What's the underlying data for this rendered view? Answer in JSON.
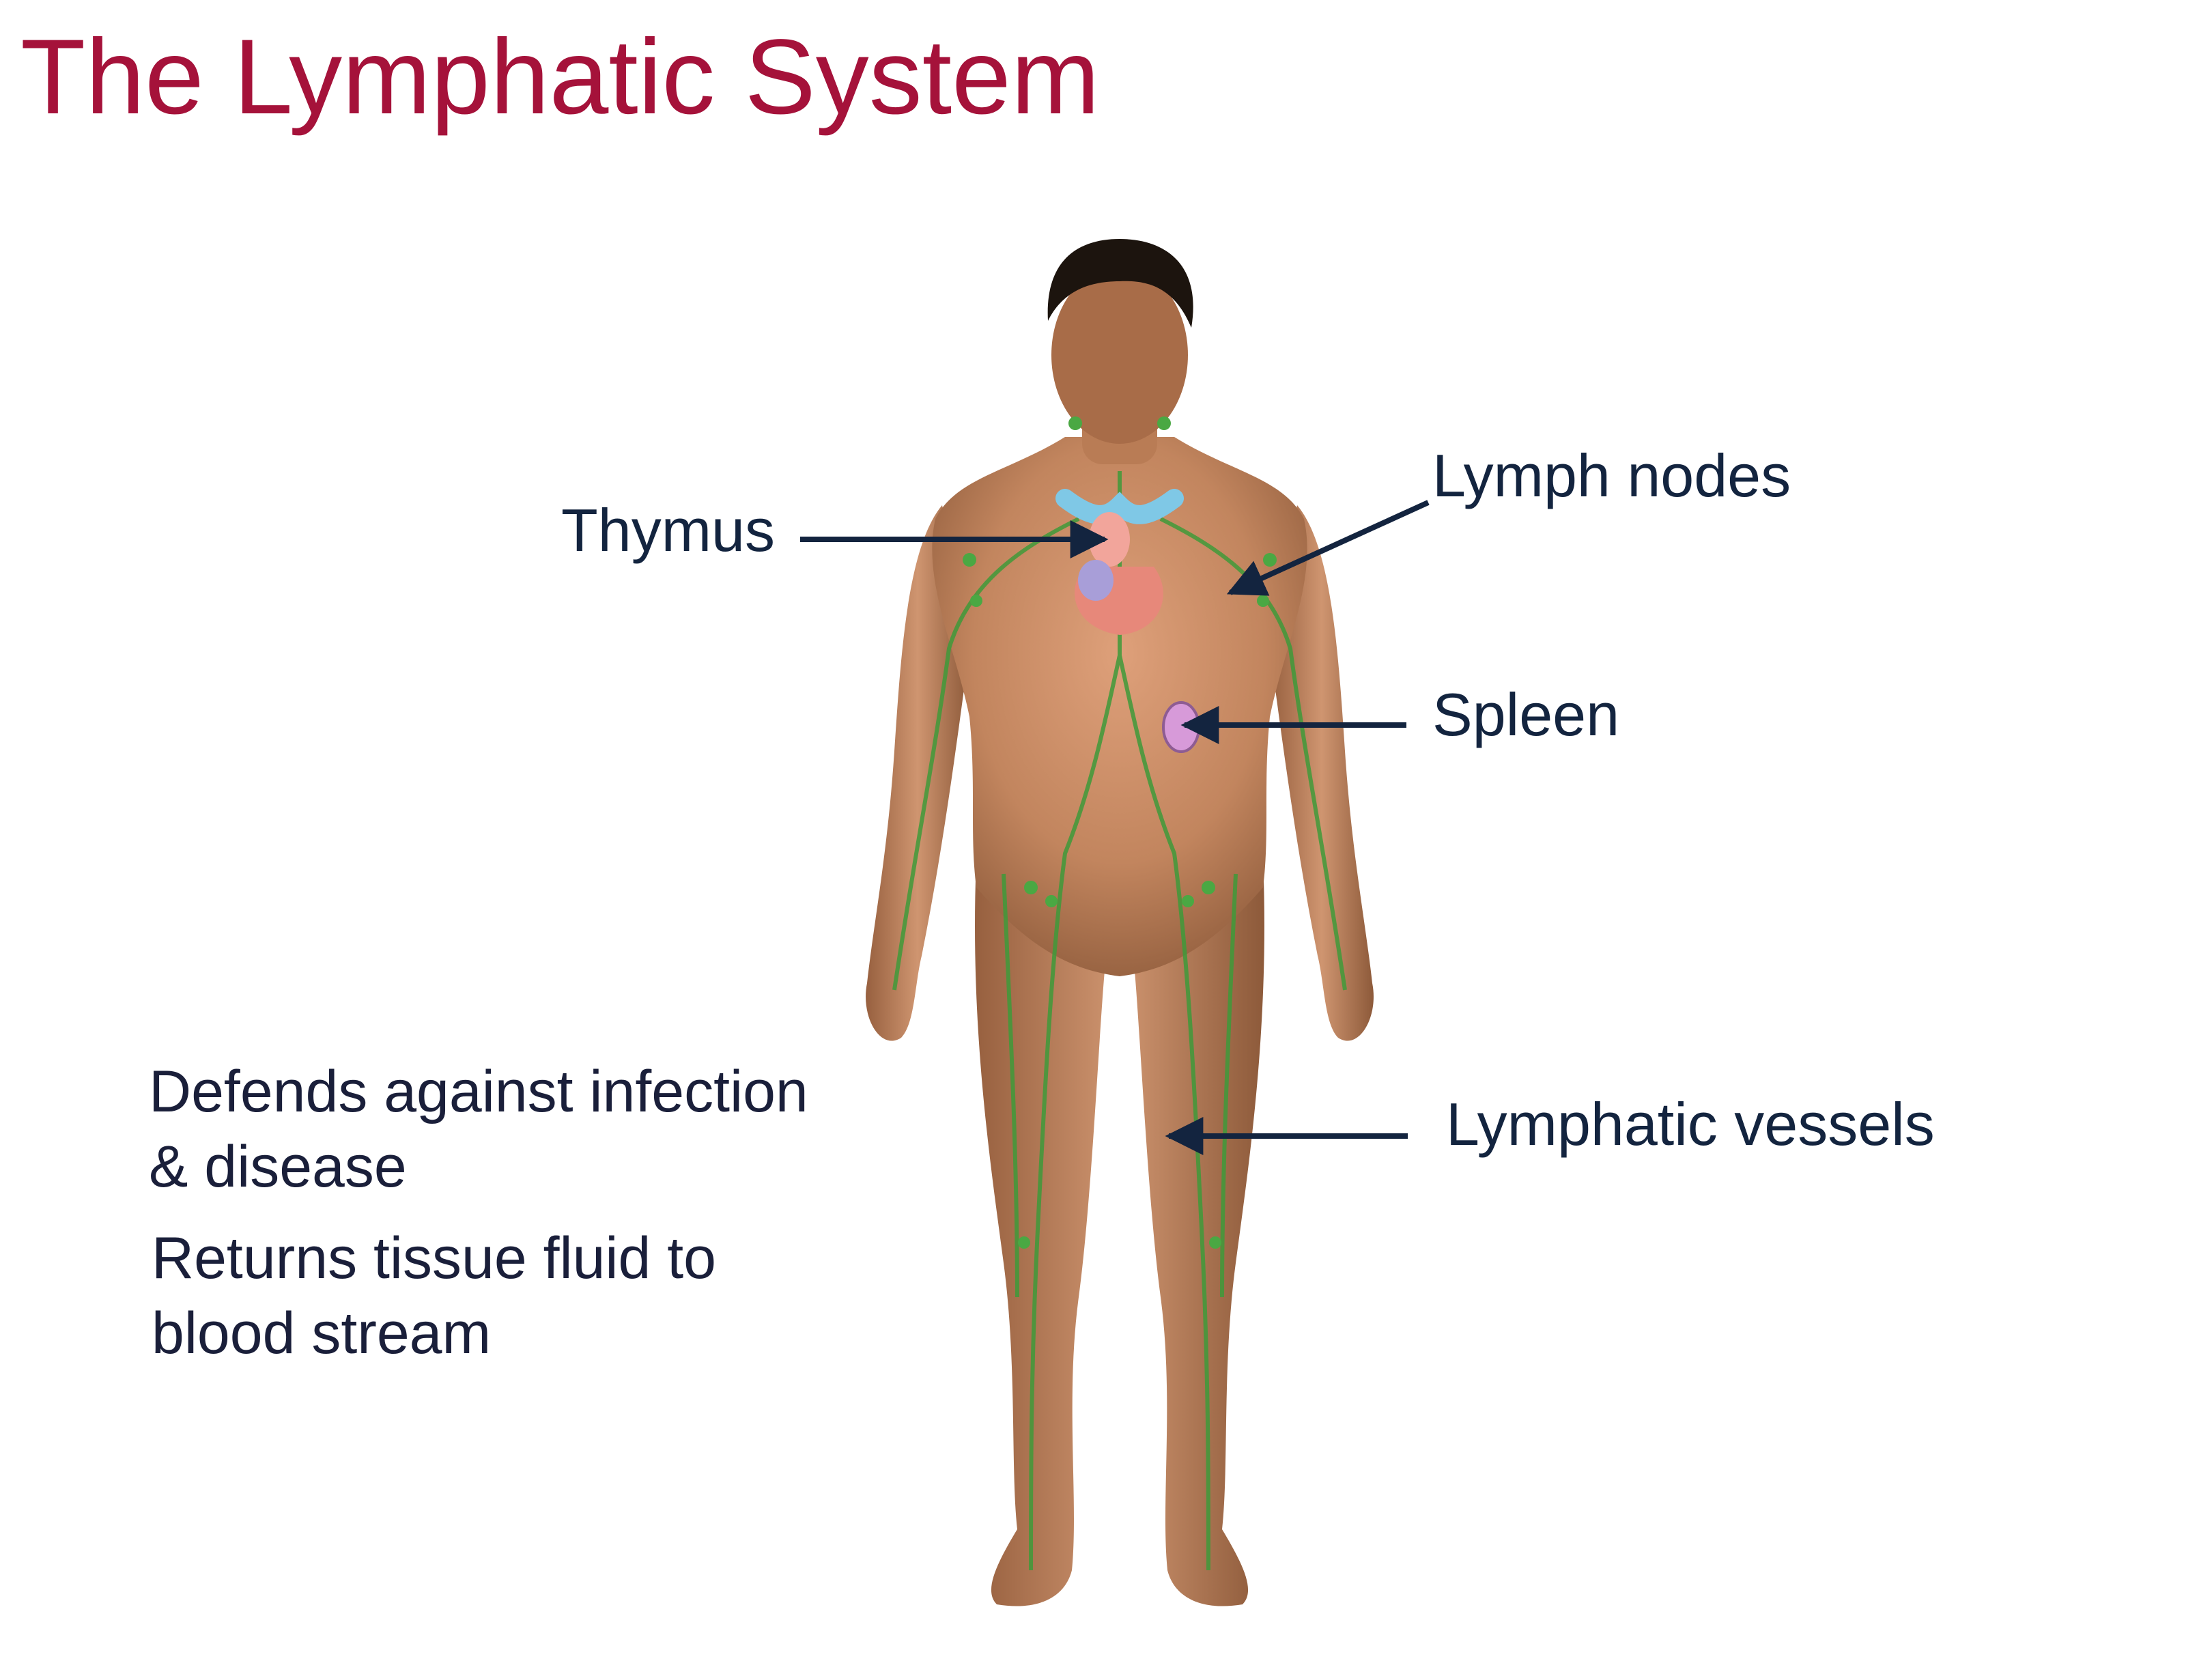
{
  "title": "The Lymphatic System",
  "labels": {
    "thymus": "Thymus",
    "lymph_nodes": "Lymph nodes",
    "spleen": "Spleen",
    "lymphatic_vessels": "Lymphatic vessels"
  },
  "facts": [
    {
      "line1": "Defends against infection",
      "line2": "& disease"
    },
    {
      "line1": "Returns tissue fluid to",
      "line2": "blood stream"
    }
  ],
  "colors": {
    "title": "#a5123a",
    "label_text": "#13243f",
    "arrow": "#13243f",
    "skin": "#c58a62",
    "lymph_vessels": "#3f9a3a",
    "thymus": "#f2a59b",
    "spleen": "#d79ad9",
    "hair": "#1c140e"
  }
}
